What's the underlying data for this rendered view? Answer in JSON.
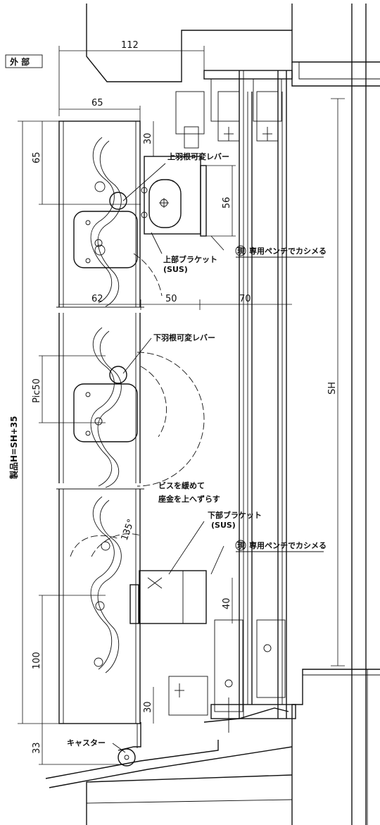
{
  "labels": {
    "exterior": "外 部",
    "dim_112": "112",
    "dim_65_top": "65",
    "dim_65_left": "65",
    "dim_30_top": "30",
    "dim_56": "56",
    "dim_62": "62",
    "dim_50": "50",
    "dim_70": "70",
    "dim_pic50": "Pic50",
    "dim_135": "135°",
    "dim_40": "40",
    "dim_100": "100",
    "dim_30_bottom": "30",
    "dim_33": "33",
    "dim_sh": "SH",
    "product_height": "製品H=SH+35",
    "upper_lever": "上羽根可変レバー",
    "upper_bracket": "上部ブラケット",
    "upper_bracket_mat": "(SUS)",
    "genba_mark_1": "現",
    "pliers_note_1": "専用ペンチでカシメる",
    "lower_lever": "下羽根可変レバー",
    "screw_note_1": "ビスを緩めて",
    "screw_note_2": "座金を上へずらす",
    "lower_bracket": "下部ブラケット",
    "lower_bracket_mat": "(SUS)",
    "genba_mark_2": "現",
    "pliers_note_2": "専用ペンチでカシメる",
    "caster": "キャスター"
  }
}
